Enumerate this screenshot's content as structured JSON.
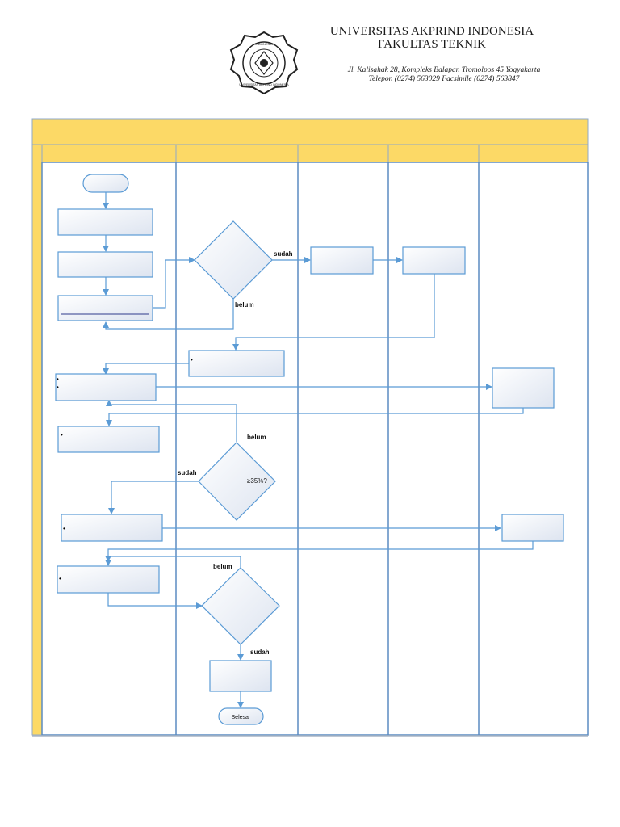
{
  "header": {
    "institution": "UNIVERSITAS AKPRIND INDONESIA",
    "faculty": "FAKULTAS TEKNIK",
    "address": "Jl. Kalisahak 28, Kompleks Balapan Tromolpos 45 Yogyakarta",
    "phone": "Telepon (0274) 563029 Facsimile (0274) 563847",
    "logo_text_top": "INDONESIA",
    "logo_text_bottom": "UNIVERSITAS AKPRIND INDONESIA"
  },
  "colors": {
    "swimlane_header": "#fcd966",
    "lane_border": "#5b8cc2",
    "arrow": "#5b9bd5",
    "box_fill_top": "#ffffff",
    "box_fill_bottom": "#dfe6f2"
  },
  "flowchart": {
    "labels": {
      "sudah_1": "sudah",
      "belum_1": "belum",
      "belum_2": "belum",
      "sudah_2": "sudah",
      "threshold": "≥35%?",
      "belum_3": "belum",
      "sudah_3": "sudah",
      "end": "Selesai"
    },
    "bullets": {
      "b1": "•",
      "b2a": "•",
      "b2b": "•",
      "b3": "•",
      "b4": "•",
      "b5": "•"
    }
  }
}
